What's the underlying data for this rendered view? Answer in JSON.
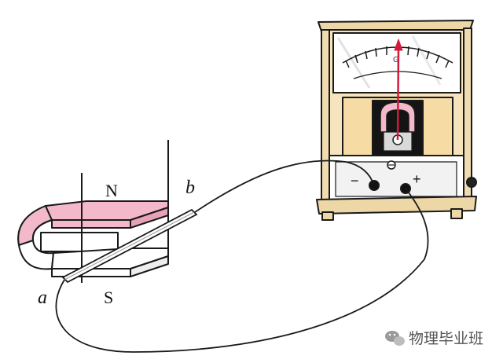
{
  "labels": {
    "north_pole": "N",
    "south_pole": "S",
    "end_a": "a",
    "end_b": "b",
    "meter_symbol": "G",
    "minus_terminal": "−",
    "plus_terminal": "+"
  },
  "watermark": {
    "icon": "wechat-icon",
    "text": "物理毕业班"
  },
  "colors": {
    "magnet_pink": "#f3b9ca",
    "magnet_red_end": "#e97b97",
    "meter_wood": "#f3dfb4",
    "needle_red": "#d41a3c",
    "outline": "#1a1a1a"
  }
}
